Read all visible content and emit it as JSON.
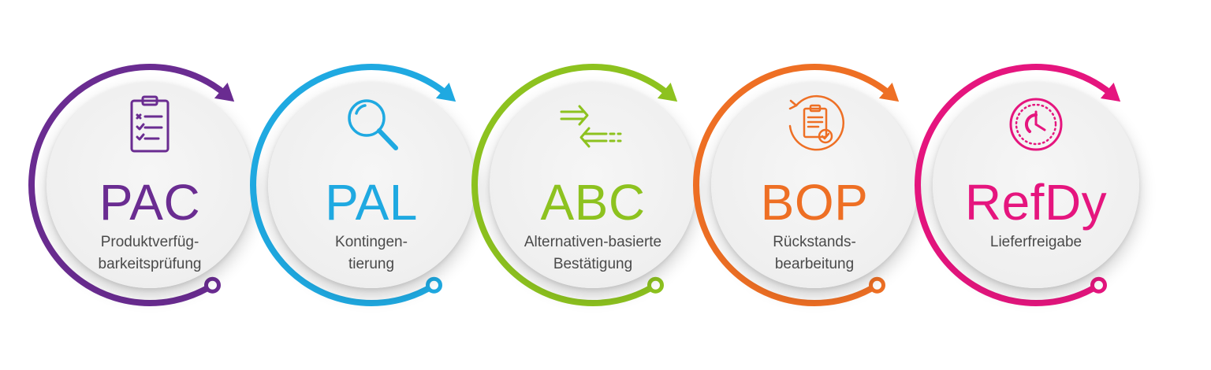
{
  "steps": [
    {
      "abbr": "PAC",
      "line1": "Produktverfüg-",
      "line2": "barkeitsprüfung",
      "color": "#6a2c91",
      "icon": "clipboard-checklist-icon"
    },
    {
      "abbr": "PAL",
      "line1": "Kontingen-",
      "line2": "tierung",
      "color": "#1fa9e1",
      "icon": "magnifier-icon"
    },
    {
      "abbr": "ABC",
      "line1": "Alternativen-basierte",
      "line2": "Bestätigung",
      "color": "#8dc21f",
      "icon": "exchange-arrows-icon"
    },
    {
      "abbr": "BOP",
      "line1": "Rückstands-",
      "line2": "bearbeitung",
      "color": "#ee6f24",
      "icon": "clipboard-refresh-icon"
    },
    {
      "abbr": "RefDy",
      "line1": "Lieferfreigabe",
      "line2": "",
      "color": "#e5157e",
      "icon": "clock-icon"
    }
  ]
}
